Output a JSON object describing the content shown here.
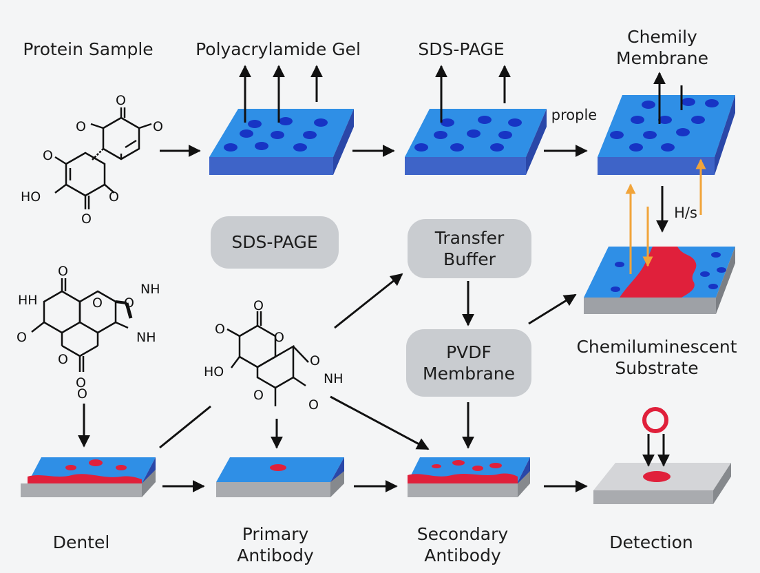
{
  "labels": {
    "protein_sample": "Protein Sample",
    "polyacrylamide_gel": "Polyacrylamide Gel",
    "sds_page_top": "SDS-PAGE",
    "chemily_membrane_1": "Chemily",
    "chemily_membrane_2": "Membrane",
    "prople": "prople",
    "his": "H/s",
    "chemiluminescent_1": "Chemiluminescent",
    "chemiluminescent_2": "Substrate",
    "dentel": "Dentel",
    "primary_1": "Primary",
    "primary_2": "Antibody",
    "secondary_1": "Secondary",
    "secondary_2": "Antibody",
    "detection": "Detection"
  },
  "pills": {
    "sds_page": "SDS-PAGE",
    "transfer_1": "Transfer",
    "transfer_2": "Buffer",
    "pvdf_1": "PVDF",
    "pvdf_2": "Membrane"
  },
  "chem": {
    "m1": {
      "o1": "O",
      "o2": "O",
      "o3": "O",
      "o4": "O",
      "ho": "HO",
      "o5": "O",
      "o6": "O"
    },
    "m2": {
      "o1": "O",
      "hh": "HH",
      "o2": "O",
      "o3": "O",
      "nh_a": "NH",
      "nh_b": "NH",
      "o4": "O",
      "o5": "O",
      "o6": "O",
      "o7": "O"
    },
    "m3": {
      "o1": "O",
      "o2": "O",
      "o3": "O",
      "ho": "HO",
      "o4": "O",
      "nh": "NH",
      "o5": "O",
      "o6": "O"
    }
  },
  "colors": {
    "gel_top": "#2f8fe6",
    "gel_side": "#3e64c8",
    "band": "#1734c4",
    "red": "#e0203b",
    "gray": "#a9abaf",
    "orange": "#f1a43a",
    "arrow": "#111111"
  }
}
